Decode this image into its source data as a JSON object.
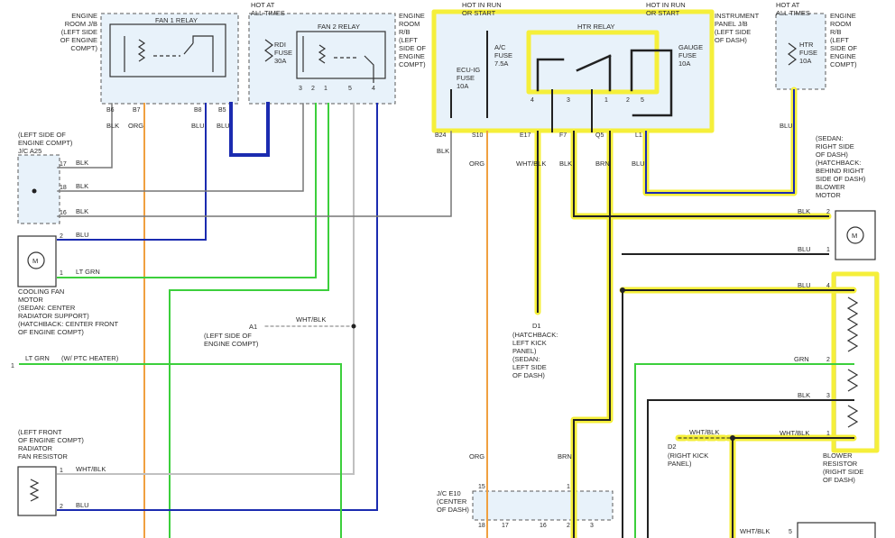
{
  "labels": {
    "engine_room_jb_left": "ENGINE\nROOM J/B\n(LEFT SIDE\nOF ENGINE\nCOMPT)",
    "fan1_relay": "FAN 1 RELAY",
    "hot_all_times": "HOT AT\nALL TIMES",
    "fan2_relay": "FAN 2 RELAY",
    "rdi_fuse": "RDI\nFUSE\n30A",
    "engine_room_rb": "ENGINE\nROOM\nR/B\n(LEFT\nSIDE OF\nENGINE\nCOMPT)",
    "hot_or_start_1": "HOT IN RUN\nOR START",
    "hot_or_start_2": "HOT IN RUN\nOR START",
    "htr_relay": "HTR RELAY",
    "ac_fuse": "A/C\nFUSE\n7.5A",
    "ecu_ig_fuse": "ECU-IG\nFUSE\n10A",
    "gauge_fuse": "GAUGE\nFUSE\n10A",
    "instrument_panel_jb": "INSTRUMENT\nPANEL J/B\n(LEFT SIDE\nOF DASH)",
    "hot_all_times_2": "HOT AT\nALL TIMES",
    "htr_fuse": "HTR\nFUSE\n10A",
    "engine_room_rb_2": "ENGINE\nROOM\nR/B\n(LEFT\nSIDE OF\nENGINE\nCOMPT)",
    "jc_a25": "(LEFT SIDE OF\nENGINE COMPT)\nJ/C A25",
    "cooling_fan_motor": "COOLING FAN\nMOTOR\n(SEDAN: CENTER\nRADIATOR SUPPORT)\n(HATCHBACK: CENTER FRONT\nOF ENGINE COMPT)",
    "a1_label": "A1",
    "a1_loc": "(LEFT SIDE OF\nENGINE COMPT)",
    "ptc": "(W/ PTC HEATER)",
    "radiator_fan_resistor": "(LEFT FRONT\nOF ENGINE COMPT)\nRADIATOR\nFAN RESISTOR",
    "d1": "D1",
    "d1_loc": "(HATCHBACK:\nLEFT KICK\nPANEL)\n(SEDAN:\nLEFT SIDE\nOF DASH)",
    "d2": "D2",
    "d2_loc": "(RIGHT KICK\nPANEL)",
    "jc_e10": "J/C E10\n(CENTER\nOF DASH)",
    "blower_motor": "(SEDAN:\nRIGHT SIDE\nOF DASH)\n(HATCHBACK:\nBEHIND RIGHT\nSIDE OF DASH)\nBLOWER\nMOTOR",
    "blower_resistor": "BLOWER\nRESISTOR\n(RIGHT SIDE\nOF DASH)"
  },
  "pins": {
    "b6": "B6",
    "b7": "B7",
    "b8": "B8",
    "b5": "B5",
    "f2_3": "3",
    "f2_2": "2",
    "f2_1": "1",
    "f2_5": "5",
    "f2_4": "4",
    "b24": "B24",
    "s10": "S10",
    "e17": "E17",
    "f7": "F7",
    "q5": "Q5",
    "l1": "L1",
    "htr_4": "4",
    "htr_3": "3",
    "htr_1": "1",
    "htr_2": "2",
    "htr_5": "5",
    "a25_17": "17",
    "a25_18": "18",
    "a25_16": "16",
    "cfm_2": "2",
    "cfm_1": "1",
    "ptc_1": "1",
    "rfr_1": "1",
    "rfr_2": "2",
    "bm_2": "2",
    "bm_1": "1",
    "br_4": "4",
    "br_2": "2",
    "br_3": "3",
    "br_1": "1",
    "e10_15": "15",
    "e10_1": "1",
    "e10_18": "18",
    "e10_17": "17",
    "e10_16": "16",
    "e10_2": "2",
    "e10_3": "3",
    "bottom_5": "5"
  },
  "wires": {
    "blk": "BLK",
    "org": "ORG",
    "blu": "BLU",
    "lt_grn": "LT GRN",
    "wht_blk": "WHT/BLK",
    "brn": "BRN",
    "grn": "GRN"
  },
  "colors": {
    "highlight": "#f5ef3a",
    "panel": "#e8f2fa",
    "blue_wire": "#1b2bb0",
    "orange_wire": "#f0a040",
    "green_wire": "#3ccf3c"
  }
}
